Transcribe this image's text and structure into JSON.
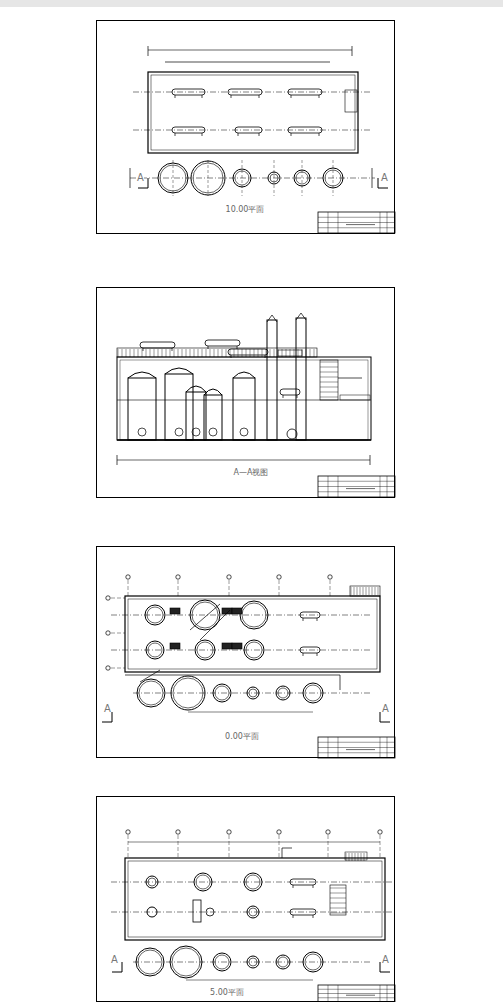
{
  "diagram": {
    "nodes": [
      {
        "text": [
          "10.00平面"
        ]
      },
      {
        "text": [
          "A—A视图"
        ]
      },
      {
        "text": [
          "0.00平面"
        ]
      },
      {
        "text": [
          "5.00平面"
        ]
      }
    ],
    "labels": [
      "A",
      "A",
      "A",
      "A",
      "A",
      "A"
    ]
  }
}
